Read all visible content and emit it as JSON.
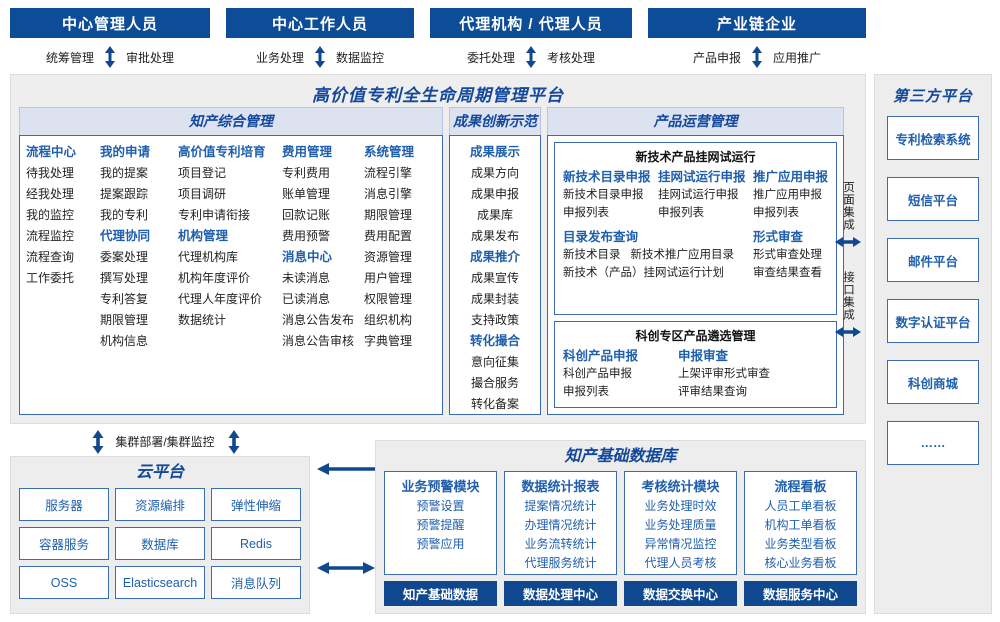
{
  "roles": [
    {
      "title": "中心管理人员",
      "links": [
        "统筹管理",
        "审批处理"
      ],
      "arrow": "double-vertical-arrow"
    },
    {
      "title": "中心工作人员",
      "links": [
        "业务处理",
        "数据监控"
      ],
      "arrow": "double-vertical-arrow"
    },
    {
      "title": "代理机构 / 代理人员",
      "links": [
        "委托处理",
        "考核处理"
      ],
      "arrow": "double-vertical-arrow"
    },
    {
      "title": "产业链企业",
      "links": [
        "产品申报",
        "应用推广"
      ],
      "arrow": "double-vertical-arrow"
    }
  ],
  "platform": {
    "title": "高价值专利全生命周期管理平台",
    "sections": {
      "zhichan": {
        "title": "知产综合管理",
        "columns": [
          {
            "entries": [
              {
                "type": "h",
                "text": "流程中心"
              },
              {
                "type": "i",
                "text": "待我处理"
              },
              {
                "type": "i",
                "text": "经我处理"
              },
              {
                "type": "i",
                "text": "我的监控"
              },
              {
                "type": "i",
                "text": "流程监控"
              },
              {
                "type": "i",
                "text": "流程查询"
              },
              {
                "type": "i",
                "text": "工作委托"
              }
            ]
          },
          {
            "entries": [
              {
                "type": "h",
                "text": "我的申请"
              },
              {
                "type": "i",
                "text": "我的提案"
              },
              {
                "type": "i",
                "text": "提案跟踪"
              },
              {
                "type": "i",
                "text": "我的专利"
              },
              {
                "type": "h",
                "text": "代理协同"
              },
              {
                "type": "i",
                "text": "委案处理"
              },
              {
                "type": "i",
                "text": "撰写处理"
              },
              {
                "type": "i",
                "text": "专利答复"
              },
              {
                "type": "i",
                "text": "期限管理"
              },
              {
                "type": "i",
                "text": "机构信息"
              }
            ]
          },
          {
            "entries": [
              {
                "type": "h",
                "text": "高价值专利培育"
              },
              {
                "type": "i",
                "text": "项目登记"
              },
              {
                "type": "i",
                "text": "项目调研"
              },
              {
                "type": "i",
                "text": "专利申请衔接"
              },
              {
                "type": "h",
                "text": "机构管理"
              },
              {
                "type": "i",
                "text": "代理机构库"
              },
              {
                "type": "i",
                "text": "机构年度评价"
              },
              {
                "type": "i",
                "text": "代理人年度评价"
              },
              {
                "type": "i",
                "text": "数据统计"
              }
            ]
          },
          {
            "entries": [
              {
                "type": "h",
                "text": "费用管理"
              },
              {
                "type": "i",
                "text": "专利费用"
              },
              {
                "type": "i",
                "text": "账单管理"
              },
              {
                "type": "i",
                "text": "回款记账"
              },
              {
                "type": "i",
                "text": "费用预警"
              },
              {
                "type": "h",
                "text": "消息中心"
              },
              {
                "type": "i",
                "text": "未读消息"
              },
              {
                "type": "i",
                "text": "已读消息"
              },
              {
                "type": "i",
                "text": "消息公告发布"
              },
              {
                "type": "i",
                "text": "消息公告审核"
              }
            ]
          },
          {
            "entries": [
              {
                "type": "h",
                "text": "系统管理"
              },
              {
                "type": "i",
                "text": "流程引擎"
              },
              {
                "type": "i",
                "text": "消息引擎"
              },
              {
                "type": "i",
                "text": "期限管理"
              },
              {
                "type": "i",
                "text": "费用配置"
              },
              {
                "type": "i",
                "text": "资源管理"
              },
              {
                "type": "i",
                "text": "用户管理"
              },
              {
                "type": "i",
                "text": "权限管理"
              },
              {
                "type": "i",
                "text": "组织机构"
              },
              {
                "type": "i",
                "text": "字典管理"
              }
            ]
          }
        ]
      },
      "chengguo": {
        "title": "成果创新示范",
        "entries": [
          {
            "type": "h",
            "text": "成果展示"
          },
          {
            "type": "i",
            "text": "成果方向"
          },
          {
            "type": "i",
            "text": "成果申报"
          },
          {
            "type": "i",
            "text": "成果库"
          },
          {
            "type": "i",
            "text": "成果发布"
          },
          {
            "type": "h",
            "text": "成果推介"
          },
          {
            "type": "i",
            "text": "成果宣传"
          },
          {
            "type": "i",
            "text": "成果封装"
          },
          {
            "type": "i",
            "text": "支持政策"
          },
          {
            "type": "h",
            "text": "转化撮合"
          },
          {
            "type": "i",
            "text": "意向征集"
          },
          {
            "type": "i",
            "text": "撮合服务"
          },
          {
            "type": "i",
            "text": "转化备案"
          }
        ]
      },
      "chanpin": {
        "title": "产品运营管理",
        "boxes": [
          {
            "title": "新技术产品挂网试运行",
            "rowA": [
              {
                "head": "新技术目录申报",
                "items": [
                  "新技术目录申报",
                  "申报列表"
                ]
              },
              {
                "head": "挂网试运行申报",
                "items": [
                  "挂网试运行申报",
                  "申报列表"
                ]
              },
              {
                "head": "推广应用申报",
                "items": [
                  "推广应用申报",
                  "申报列表"
                ]
              }
            ],
            "rowB": [
              {
                "head": "目录发布查询",
                "pairs": [
                  "新技术目录",
                  "新技术推广应用目录"
                ],
                "items": [
                  "新技术（产品）挂网试运行计划"
                ]
              },
              {
                "head": "形式审查",
                "items": [
                  "形式审查处理",
                  "审查结果查看"
                ]
              }
            ]
          },
          {
            "title": "科创专区产品遴选管理",
            "rowC": [
              {
                "head": "科创产品申报",
                "items": [
                  "科创产品申报",
                  "申报列表"
                ]
              },
              {
                "head": "申报审查",
                "items": [
                  "上架评审形式审查",
                  "评审结果查询"
                ]
              }
            ]
          }
        ]
      }
    },
    "integration": [
      {
        "label": "页面集成",
        "arrow": "double-horizontal-arrow"
      },
      {
        "label": "接口集成",
        "arrow": "double-horizontal-arrow"
      }
    ]
  },
  "third_party": {
    "title": "第三方平台",
    "items": [
      "专利检索系统",
      "短信平台",
      "邮件平台",
      "数字认证平台",
      "科创商城",
      "……"
    ]
  },
  "cluster": {
    "label": "集群部署/集群监控",
    "left_arrow": "double-vertical-arrow",
    "right_arrow": "double-vertical-arrow"
  },
  "cloud": {
    "title": "云平台",
    "cells": [
      "服务器",
      "资源编排",
      "弹性伸缩",
      "容器服务",
      "数据库",
      "Redis",
      "OSS",
      "Elasticsearch",
      "消息队列"
    ]
  },
  "database": {
    "title": "知产基础数据库",
    "columns": [
      {
        "head": "业务预警模块",
        "items": [
          "预警设置",
          "预警提醒",
          "预警应用"
        ],
        "footer": "知产基础数据"
      },
      {
        "head": "数据统计报表",
        "items": [
          "提案情况统计",
          "办理情况统计",
          "业务流转统计",
          "代理服务统计"
        ],
        "footer": "数据处理中心"
      },
      {
        "head": "考核统计模块",
        "items": [
          "业务处理时效",
          "业务处理质量",
          "异常情况监控",
          "代理人员考核"
        ],
        "footer": "数据交换中心"
      },
      {
        "head": "流程看板",
        "items": [
          "人员工单看板",
          "机构工单看板",
          "业务类型看板",
          "核心业务看板"
        ],
        "footer": "数据服务中心"
      }
    ]
  },
  "connectors": {
    "top": "left-arrow",
    "bottom": "double-horizontal-arrow"
  },
  "colors": {
    "brand_blue": "#0d4c96",
    "header_blue": "#1f5fad",
    "border_blue": "#3b6bb5",
    "panel_gray": "#ededed",
    "section_band": "#dde2f0"
  }
}
